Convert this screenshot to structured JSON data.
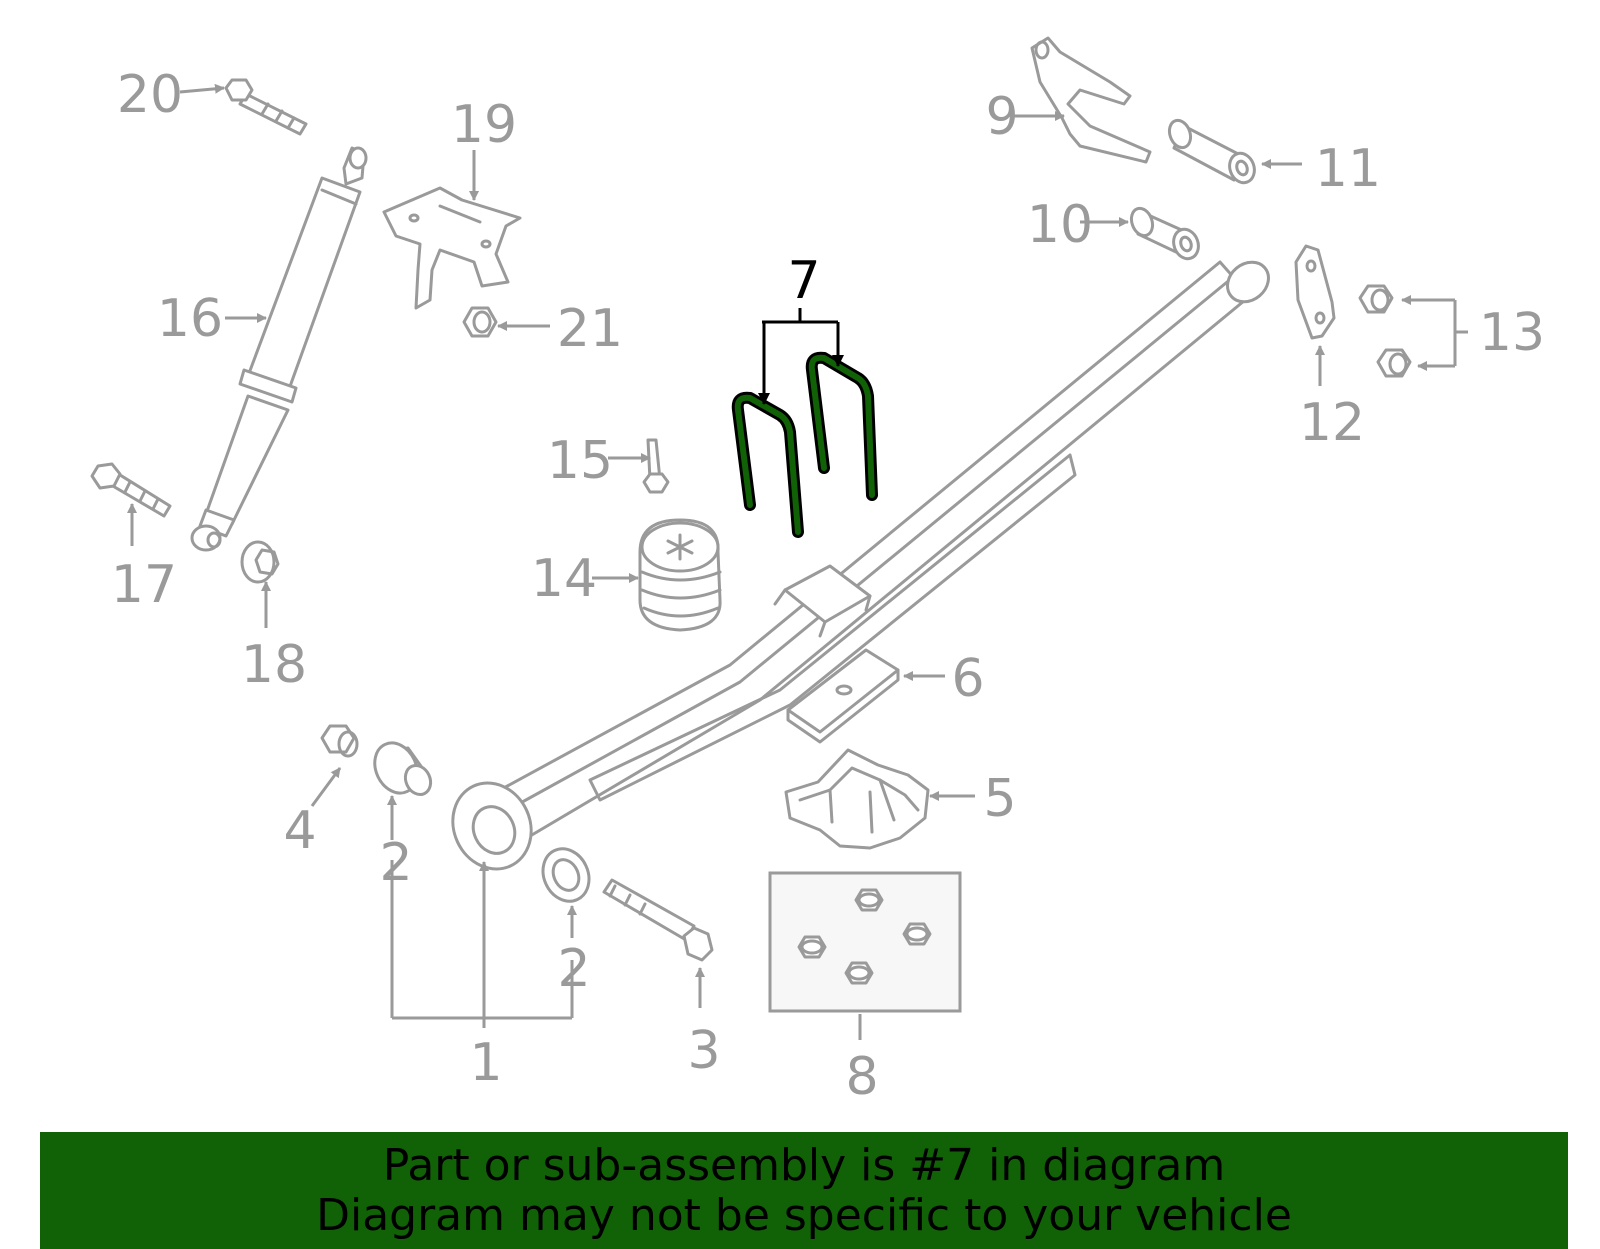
{
  "diagram": {
    "callouts": {
      "n1": "1",
      "n2a": "2",
      "n2b": "2",
      "n3": "3",
      "n4": "4",
      "n5": "5",
      "n6": "6",
      "n7": "7",
      "n8": "8",
      "n9": "9",
      "n10": "10",
      "n11": "11",
      "n12": "12",
      "n13": "13",
      "n14": "14",
      "n15": "15",
      "n16": "16",
      "n17": "17",
      "n18": "18",
      "n19": "19",
      "n20": "20",
      "n21": "21"
    },
    "highlighted_part": "7",
    "colors": {
      "part_line": "#9a9a9a",
      "highlight_outline": "#000000",
      "highlight_fill": "#116207",
      "banner_background": "#116207",
      "banner_text": "#000000"
    }
  },
  "banner": {
    "line1": "Part or sub-assembly is #7 in diagram",
    "line2": "Diagram may not be specific to your vehicle"
  }
}
